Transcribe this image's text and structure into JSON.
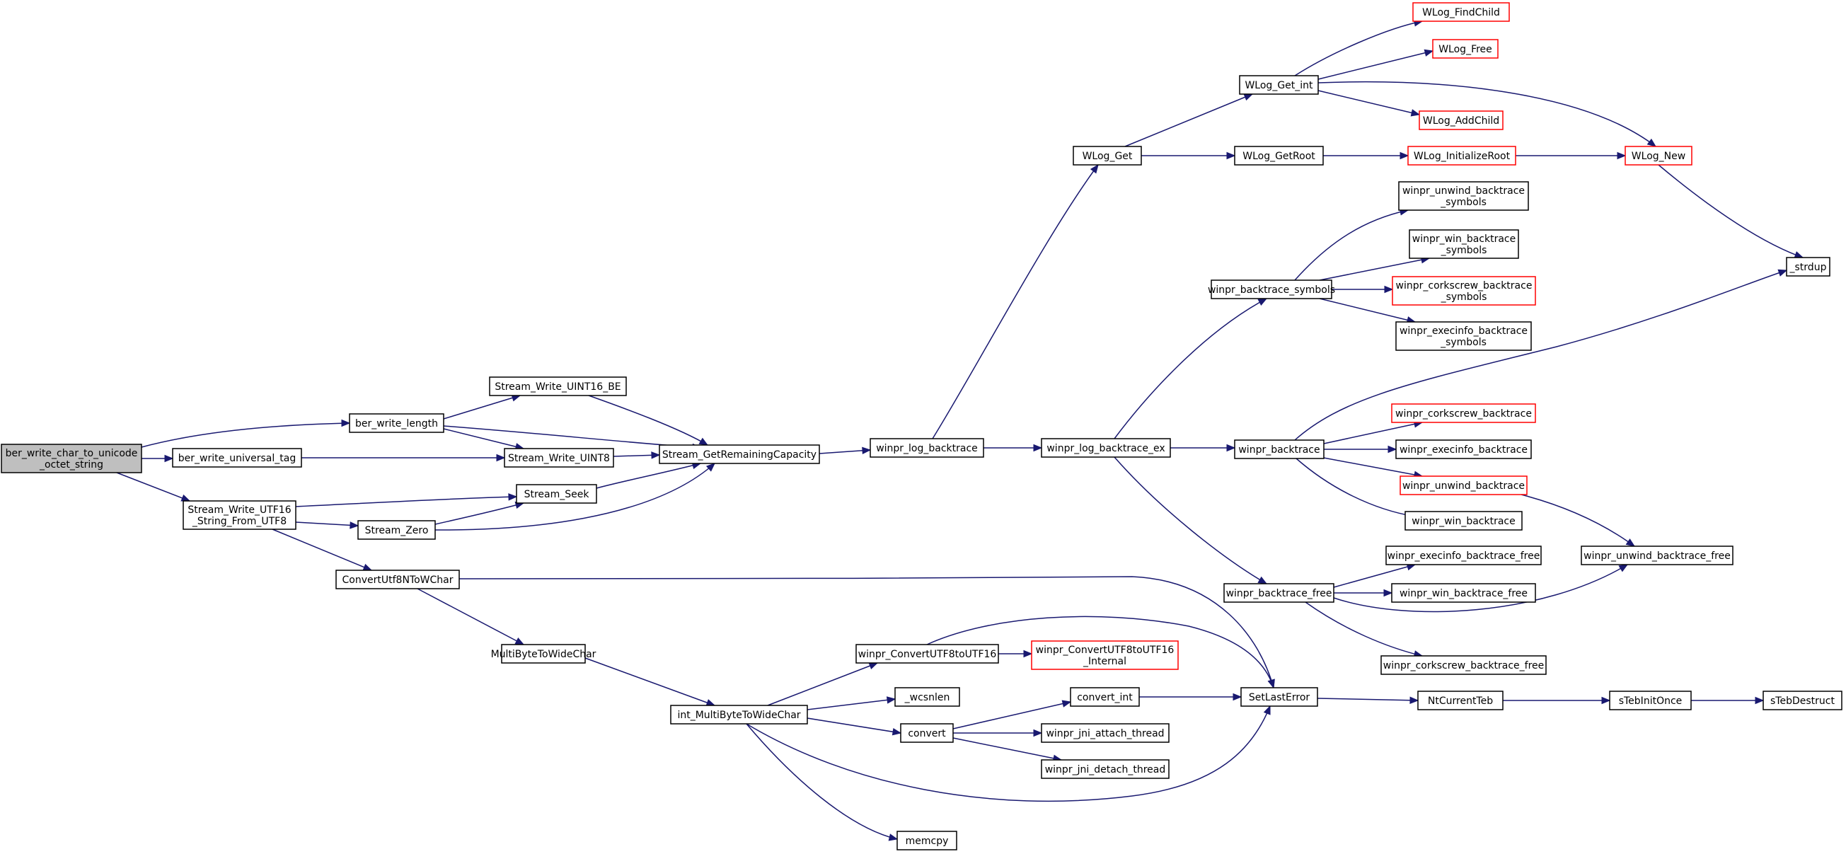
{
  "graph": {
    "colors": {
      "edge": "#191970",
      "red_border": "#ff0000",
      "root_fill": "#bfbfbf",
      "border": "#000000"
    },
    "nodes": [
      {
        "id": "root",
        "lines": [
          "ber_write_char_to_unicode",
          "_octet_string"
        ],
        "style": "root"
      },
      {
        "id": "ber_write_length",
        "lines": [
          "ber_write_length"
        ]
      },
      {
        "id": "ber_write_universal_tag",
        "lines": [
          "ber_write_universal_tag"
        ]
      },
      {
        "id": "swu16",
        "lines": [
          "Stream_Write_UTF16",
          "_String_From_UTF8"
        ]
      },
      {
        "id": "swuint16be",
        "lines": [
          "Stream_Write_UINT16_BE"
        ]
      },
      {
        "id": "swuint8",
        "lines": [
          "Stream_Write_UINT8"
        ]
      },
      {
        "id": "sseek",
        "lines": [
          "Stream_Seek"
        ]
      },
      {
        "id": "szero",
        "lines": [
          "Stream_Zero"
        ]
      },
      {
        "id": "sgrc",
        "lines": [
          "Stream_GetRemainingCapacity"
        ]
      },
      {
        "id": "cu8",
        "lines": [
          "ConvertUtf8NToWChar"
        ]
      },
      {
        "id": "mb2wc",
        "lines": [
          "MultiByteToWideChar"
        ]
      },
      {
        "id": "imb2wc",
        "lines": [
          "int_MultiByteToWideChar"
        ]
      },
      {
        "id": "wlb",
        "lines": [
          "winpr_log_backtrace"
        ]
      },
      {
        "id": "wlbex",
        "lines": [
          "winpr_log_backtrace_ex"
        ]
      },
      {
        "id": "wlog_get",
        "lines": [
          "WLog_Get"
        ]
      },
      {
        "id": "wlog_get_int",
        "lines": [
          "WLog_Get_int"
        ]
      },
      {
        "id": "wlog_getroot",
        "lines": [
          "WLog_GetRoot"
        ]
      },
      {
        "id": "wlog_findchild",
        "lines": [
          "WLog_FindChild"
        ],
        "style": "red"
      },
      {
        "id": "wlog_free",
        "lines": [
          "WLog_Free"
        ],
        "style": "red"
      },
      {
        "id": "wlog_addchild",
        "lines": [
          "WLog_AddChild"
        ],
        "style": "red"
      },
      {
        "id": "wlog_initroot",
        "lines": [
          "WLog_InitializeRoot"
        ],
        "style": "red"
      },
      {
        "id": "wlog_new",
        "lines": [
          "WLog_New"
        ],
        "style": "red"
      },
      {
        "id": "strdup",
        "lines": [
          "_strdup"
        ]
      },
      {
        "id": "wbs",
        "lines": [
          "winpr_backtrace_symbols"
        ]
      },
      {
        "id": "wubs",
        "lines": [
          "winpr_unwind_backtrace",
          "_symbols"
        ]
      },
      {
        "id": "wwbs",
        "lines": [
          "winpr_win_backtrace",
          "_symbols"
        ]
      },
      {
        "id": "wcbs",
        "lines": [
          "winpr_corkscrew_backtrace",
          "_symbols"
        ],
        "style": "red"
      },
      {
        "id": "webs",
        "lines": [
          "winpr_execinfo_backtrace",
          "_symbols"
        ]
      },
      {
        "id": "wbt",
        "lines": [
          "winpr_backtrace"
        ]
      },
      {
        "id": "wcb",
        "lines": [
          "winpr_corkscrew_backtrace"
        ],
        "style": "red"
      },
      {
        "id": "web",
        "lines": [
          "winpr_execinfo_backtrace"
        ]
      },
      {
        "id": "wub",
        "lines": [
          "winpr_unwind_backtrace"
        ],
        "style": "red"
      },
      {
        "id": "wwb",
        "lines": [
          "winpr_win_backtrace"
        ]
      },
      {
        "id": "wbf",
        "lines": [
          "winpr_backtrace_free"
        ]
      },
      {
        "id": "webf",
        "lines": [
          "winpr_execinfo_backtrace_free"
        ]
      },
      {
        "id": "wwbf",
        "lines": [
          "winpr_win_backtrace_free"
        ]
      },
      {
        "id": "wcbf",
        "lines": [
          "winpr_corkscrew_backtrace_free"
        ]
      },
      {
        "id": "wubf",
        "lines": [
          "winpr_unwind_backtrace_free"
        ]
      },
      {
        "id": "wcu8u16",
        "lines": [
          "winpr_ConvertUTF8toUTF16"
        ]
      },
      {
        "id": "wcu8u16i",
        "lines": [
          "winpr_ConvertUTF8toUTF16",
          "_Internal"
        ],
        "style": "red"
      },
      {
        "id": "wcsnlen",
        "lines": [
          "_wcsnlen"
        ]
      },
      {
        "id": "convert",
        "lines": [
          "convert"
        ]
      },
      {
        "id": "convert_int",
        "lines": [
          "convert_int"
        ]
      },
      {
        "id": "jni_attach",
        "lines": [
          "winpr_jni_attach_thread"
        ]
      },
      {
        "id": "jni_detach",
        "lines": [
          "winpr_jni_detach_thread"
        ]
      },
      {
        "id": "memcpy",
        "lines": [
          "memcpy"
        ]
      },
      {
        "id": "setlasterror",
        "lines": [
          "SetLastError"
        ]
      },
      {
        "id": "ntcurrentteb",
        "lines": [
          "NtCurrentTeb"
        ]
      },
      {
        "id": "stebinitonce",
        "lines": [
          "sTebInitOnce"
        ]
      },
      {
        "id": "stebdestruct",
        "lines": [
          "sTebDestruct"
        ]
      }
    ]
  }
}
